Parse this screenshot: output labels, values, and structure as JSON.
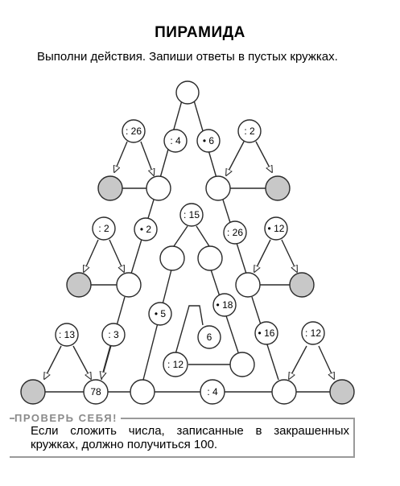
{
  "header": {
    "title": "ПИРАМИДА",
    "instruction": "Выполни действия. Запиши ответы в пустых кружках."
  },
  "pyramid": {
    "labels": {
      "top_left_div": ": 4",
      "top_right_mul": "• 6",
      "top_left_branch": ": 26",
      "top_right_branch": ": 2",
      "mid_left_branch": ": 2",
      "mid_left_mul": "• 2",
      "center_div": ": 15",
      "mid_right_div": ": 26",
      "mid_right_branch": "• 12",
      "center_mul": "• 5",
      "center_right_mul": "• 18",
      "center_value": "6",
      "bottom_left_branch": ": 13",
      "bottom_left_div": ": 3",
      "bottom_right_mul": "• 16",
      "bottom_right_branch": ": 12",
      "center_bottom_div": ": 12",
      "base_value": "78",
      "base_div": ": 4"
    },
    "colors": {
      "shaded": "#c8c8c8",
      "stroke": "#2a2a2a",
      "fill": "#ffffff"
    }
  },
  "check": {
    "title": "ПРОВЕРЬ СЕБЯ!",
    "text": "Если сложить числа, записанные в закрашенных кружках, должно получиться 100."
  }
}
